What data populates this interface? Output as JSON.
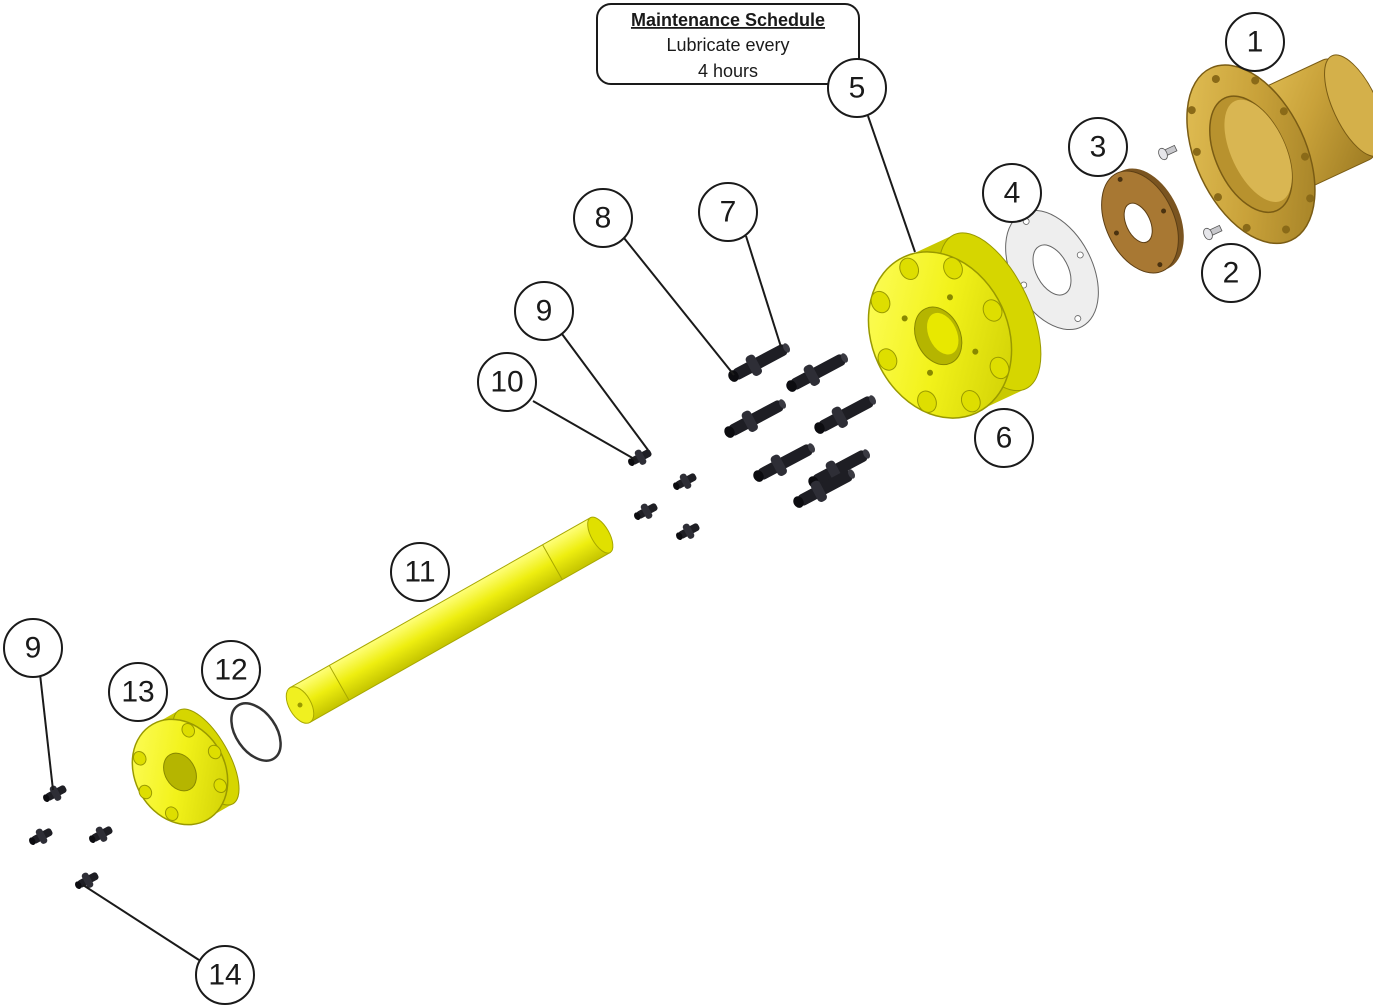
{
  "note": {
    "title": "Maintenance Schedule",
    "line1": "Lubricate every",
    "line2": "4 hours"
  },
  "callouts": {
    "c1": "1",
    "c2": "2",
    "c3": "3",
    "c4": "4",
    "c5": "5",
    "c6": "6",
    "c7": "7",
    "c8": "8",
    "c9a": "9",
    "c10": "10",
    "c11": "11",
    "c9b": "9",
    "c12": "12",
    "c13": "13",
    "c14": "14"
  },
  "colors": {
    "yellow_part": "#ffff1a",
    "bronze_part": "#c9a23a",
    "brown_washer": "#a87833",
    "fastener": "#1e1e24"
  }
}
